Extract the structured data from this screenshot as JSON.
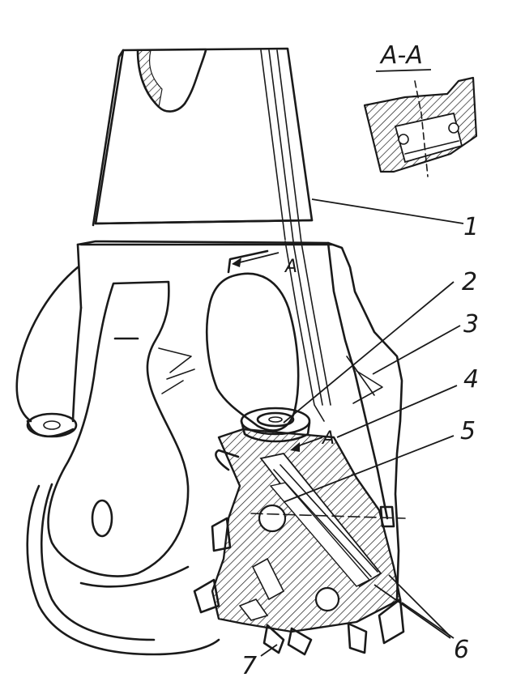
{
  "section_title": "A-A",
  "section_marks": [
    "A",
    "A"
  ],
  "callouts": [
    "1",
    "2",
    "3",
    "4",
    "5",
    "6",
    "7"
  ],
  "colors": {
    "ink": "#1a1a1a",
    "paper": "#ffffff"
  }
}
